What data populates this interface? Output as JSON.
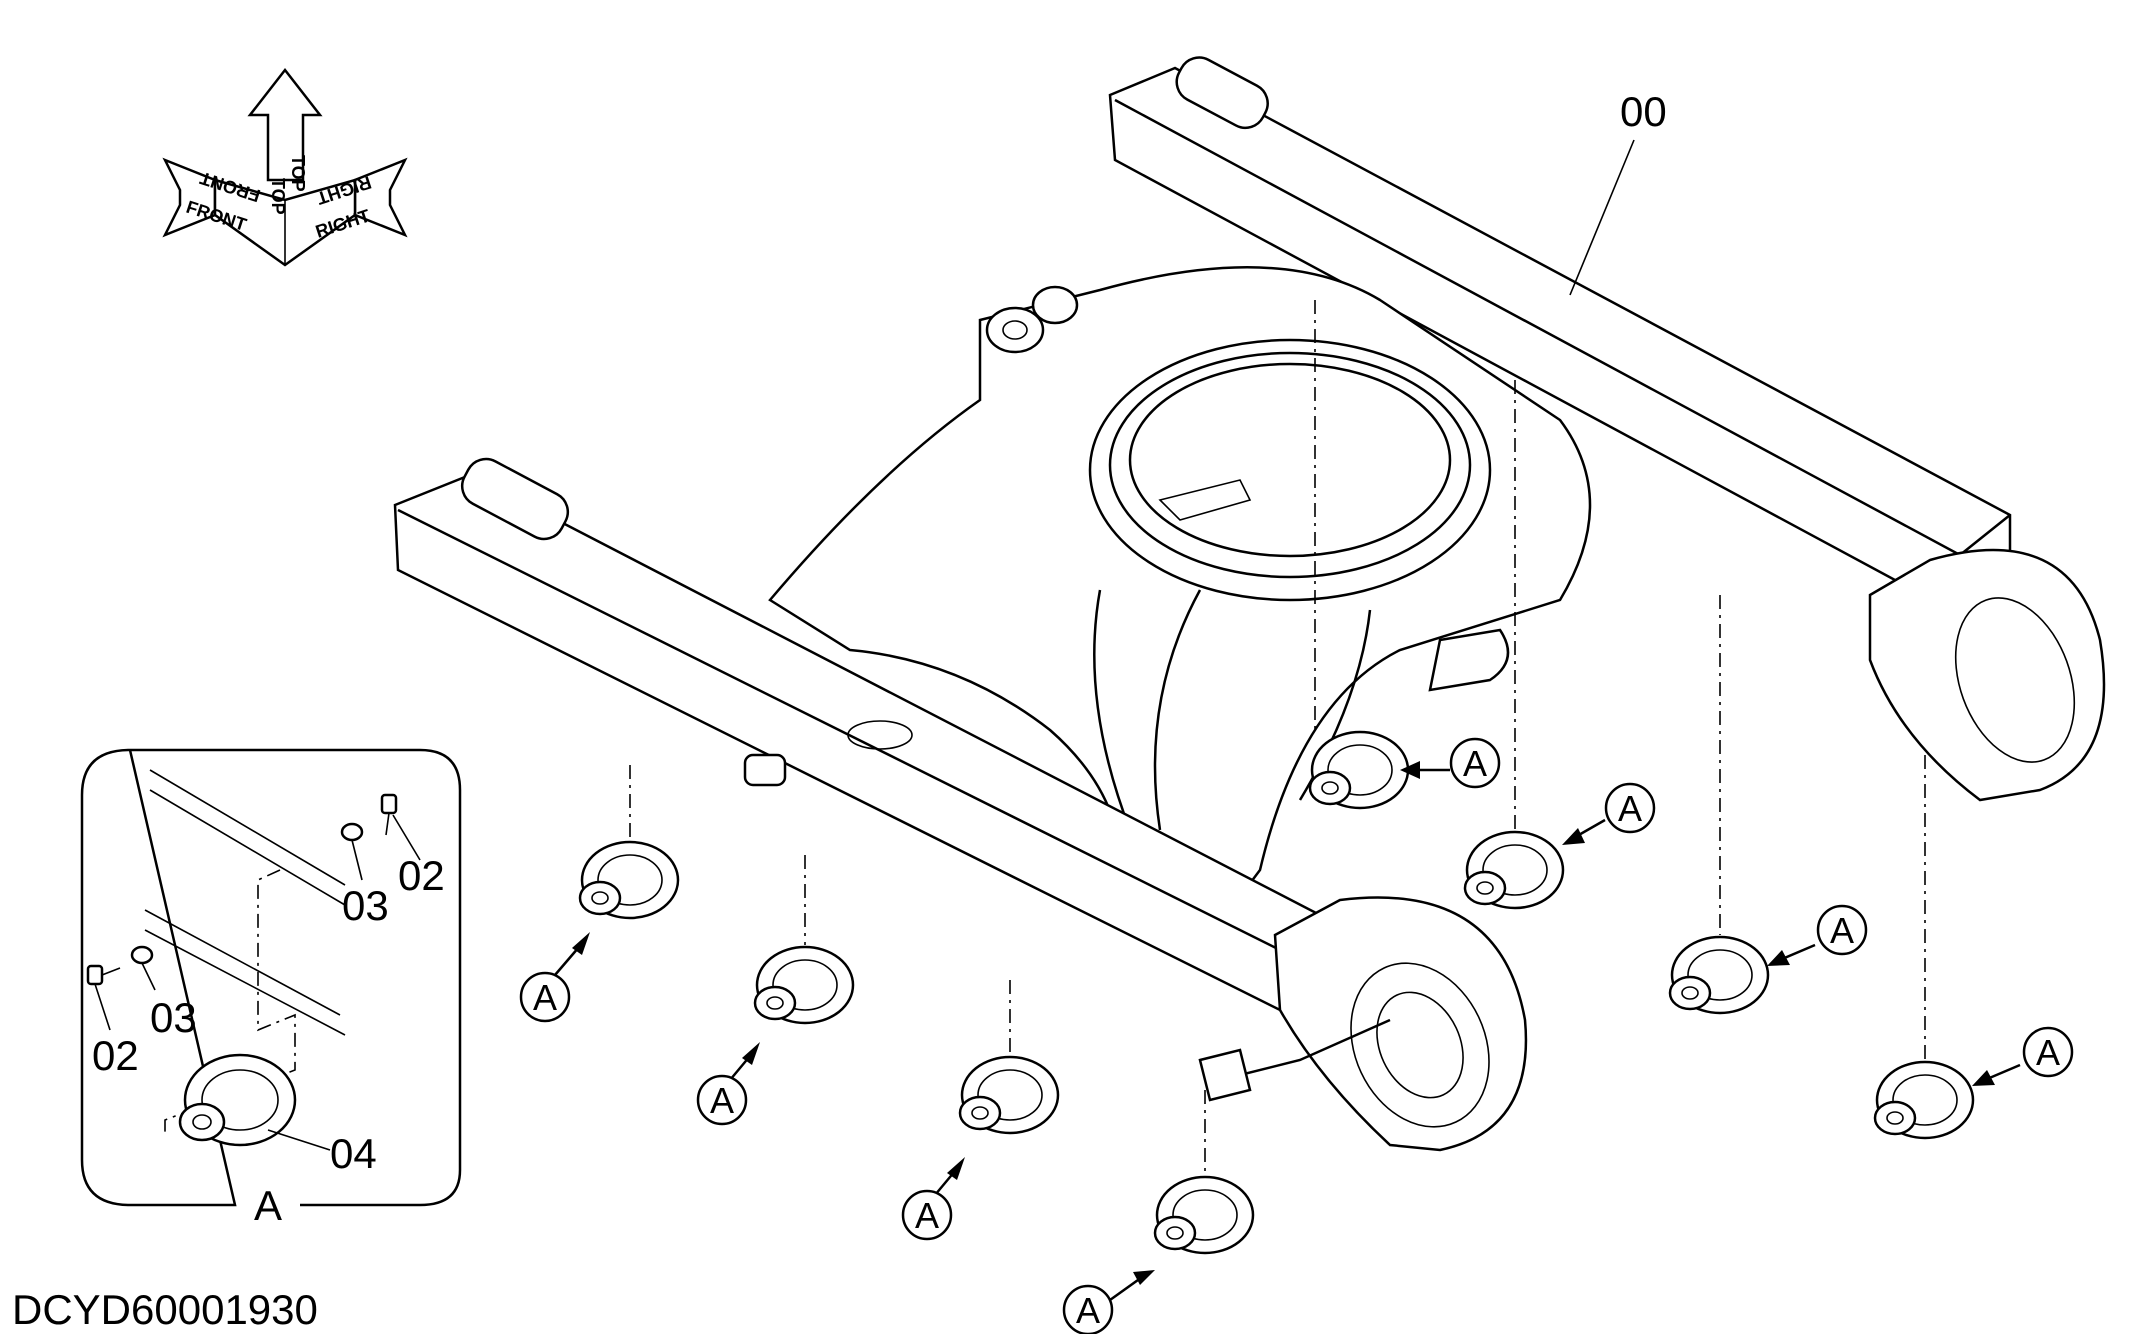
{
  "diagram": {
    "drawing_id": "DCYD60001930",
    "main_part_ref": "00",
    "detail_view_ref": "A",
    "callout_ref": "A",
    "detail_parts": [
      {
        "ref": "02",
        "label": "02"
      },
      {
        "ref": "03",
        "label": "03"
      },
      {
        "ref": "04",
        "label": "04"
      }
    ],
    "orientation": {
      "top": "TOP",
      "front": "FRONT",
      "right": "RIGHT"
    },
    "icons": [
      "orientation-arrows-icon"
    ]
  }
}
